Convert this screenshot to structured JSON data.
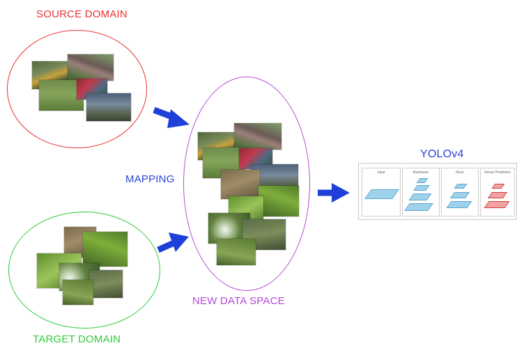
{
  "labels": {
    "source_domain": "SOURCE DOMAIN",
    "target_domain": "TARGET DOMAIN",
    "new_data_space": "NEW DATA SPACE",
    "mapping": "MAPPING",
    "yolo": "YOLOv4"
  },
  "yolo_diagram": {
    "stages": [
      "Input",
      "Backbone",
      "Neck",
      "Dense Prediction"
    ]
  },
  "colors": {
    "source": "#e8312f",
    "target": "#2dcc3a",
    "new_space": "#b34ad6",
    "mapping": "#2a43d6",
    "arrow": "#1f3fd9",
    "yolo_plates": "#9fd2ea",
    "yolo_highlight": "#f1a3a3"
  }
}
